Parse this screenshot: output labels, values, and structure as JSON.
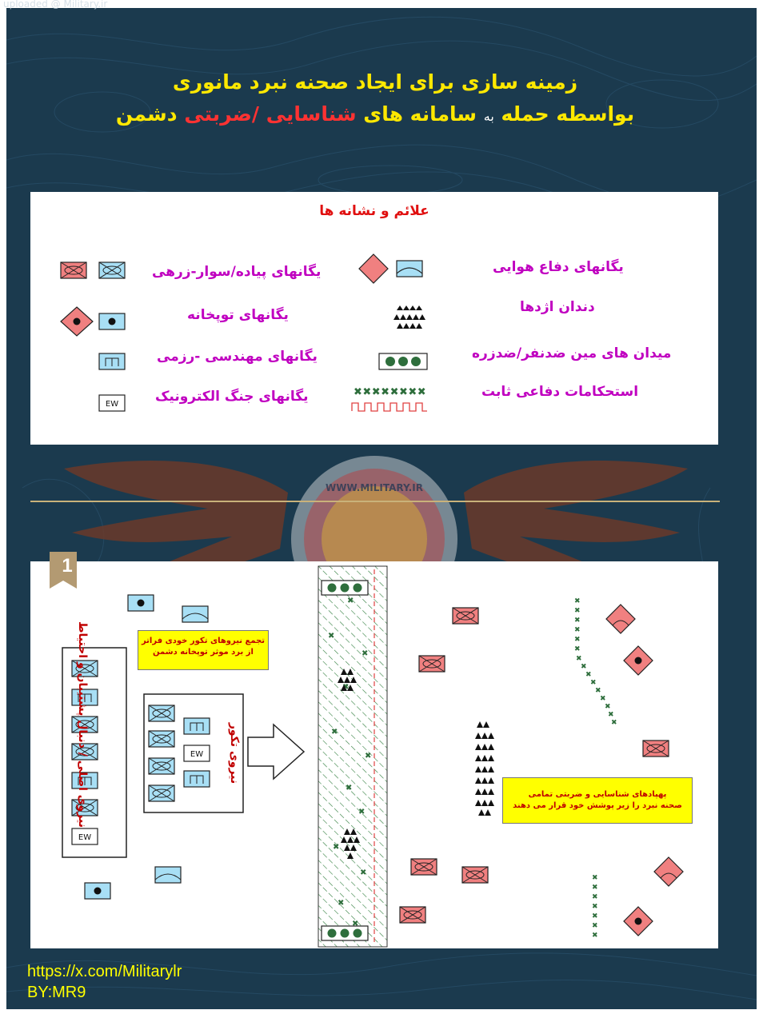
{
  "watermark": "uploaded @ Military.ir",
  "title": {
    "line1": "زمینه سازی برای ایجاد صحنه نبرد مانوری",
    "line2_part1": "بواسطه حمله",
    "line2_part2": "به",
    "line2_part3": "سامانه های",
    "line2_part4": "شناسایی /ضربتی",
    "line2_part5": "دشمن"
  },
  "legend": {
    "title": "علائم و نشانه ها",
    "air_defense": "یگانهای دفاع هوایی",
    "infantry_armor": "یگانهای پیاده/سوار-زرهی",
    "dragon_teeth": "دندان اژدها",
    "artillery": "یگانهای توپخانه",
    "minefields": "میدان های مین ضدنفر/ضدزره",
    "engineer": "یگانهای مهندسی -رزمی",
    "fortifications": "استحکامات دفاعی ثابت",
    "electronic_warfare": "یگانهای جنگ الکترونیک",
    "ew_symbol": "EW"
  },
  "logo_text": "WWW.MILITARY.IR",
  "panel": {
    "number": "1",
    "note1_line1": "تجمع نیروهای تکور خودی فراتر",
    "note1_line2": "از برد موثر توپخانه دشمن",
    "note2_line1": "پهپادهای شناسایی و ضربتی تمامی",
    "note2_line2": "صحنه نبرد را زیر پوشش  خود قرار می دهند",
    "label_main_force": "نیروی اصلی / دنبال پشتیبان و احتیاط",
    "label_assault_force": "نیروی تکور",
    "ew_symbol": "EW"
  },
  "footer": {
    "url": "https://x.com/Militarylr",
    "author": "BY:MR9"
  },
  "colors": {
    "background": "#1b3a4e",
    "title_yellow": "#ffe800",
    "title_red": "#ff3232",
    "legend_label": "#c000c0",
    "enemy_red": "#f08080",
    "friendly_blue": "#a8dff5",
    "mine_green": "#2e6e3c",
    "note_yellow": "#ffff00"
  }
}
